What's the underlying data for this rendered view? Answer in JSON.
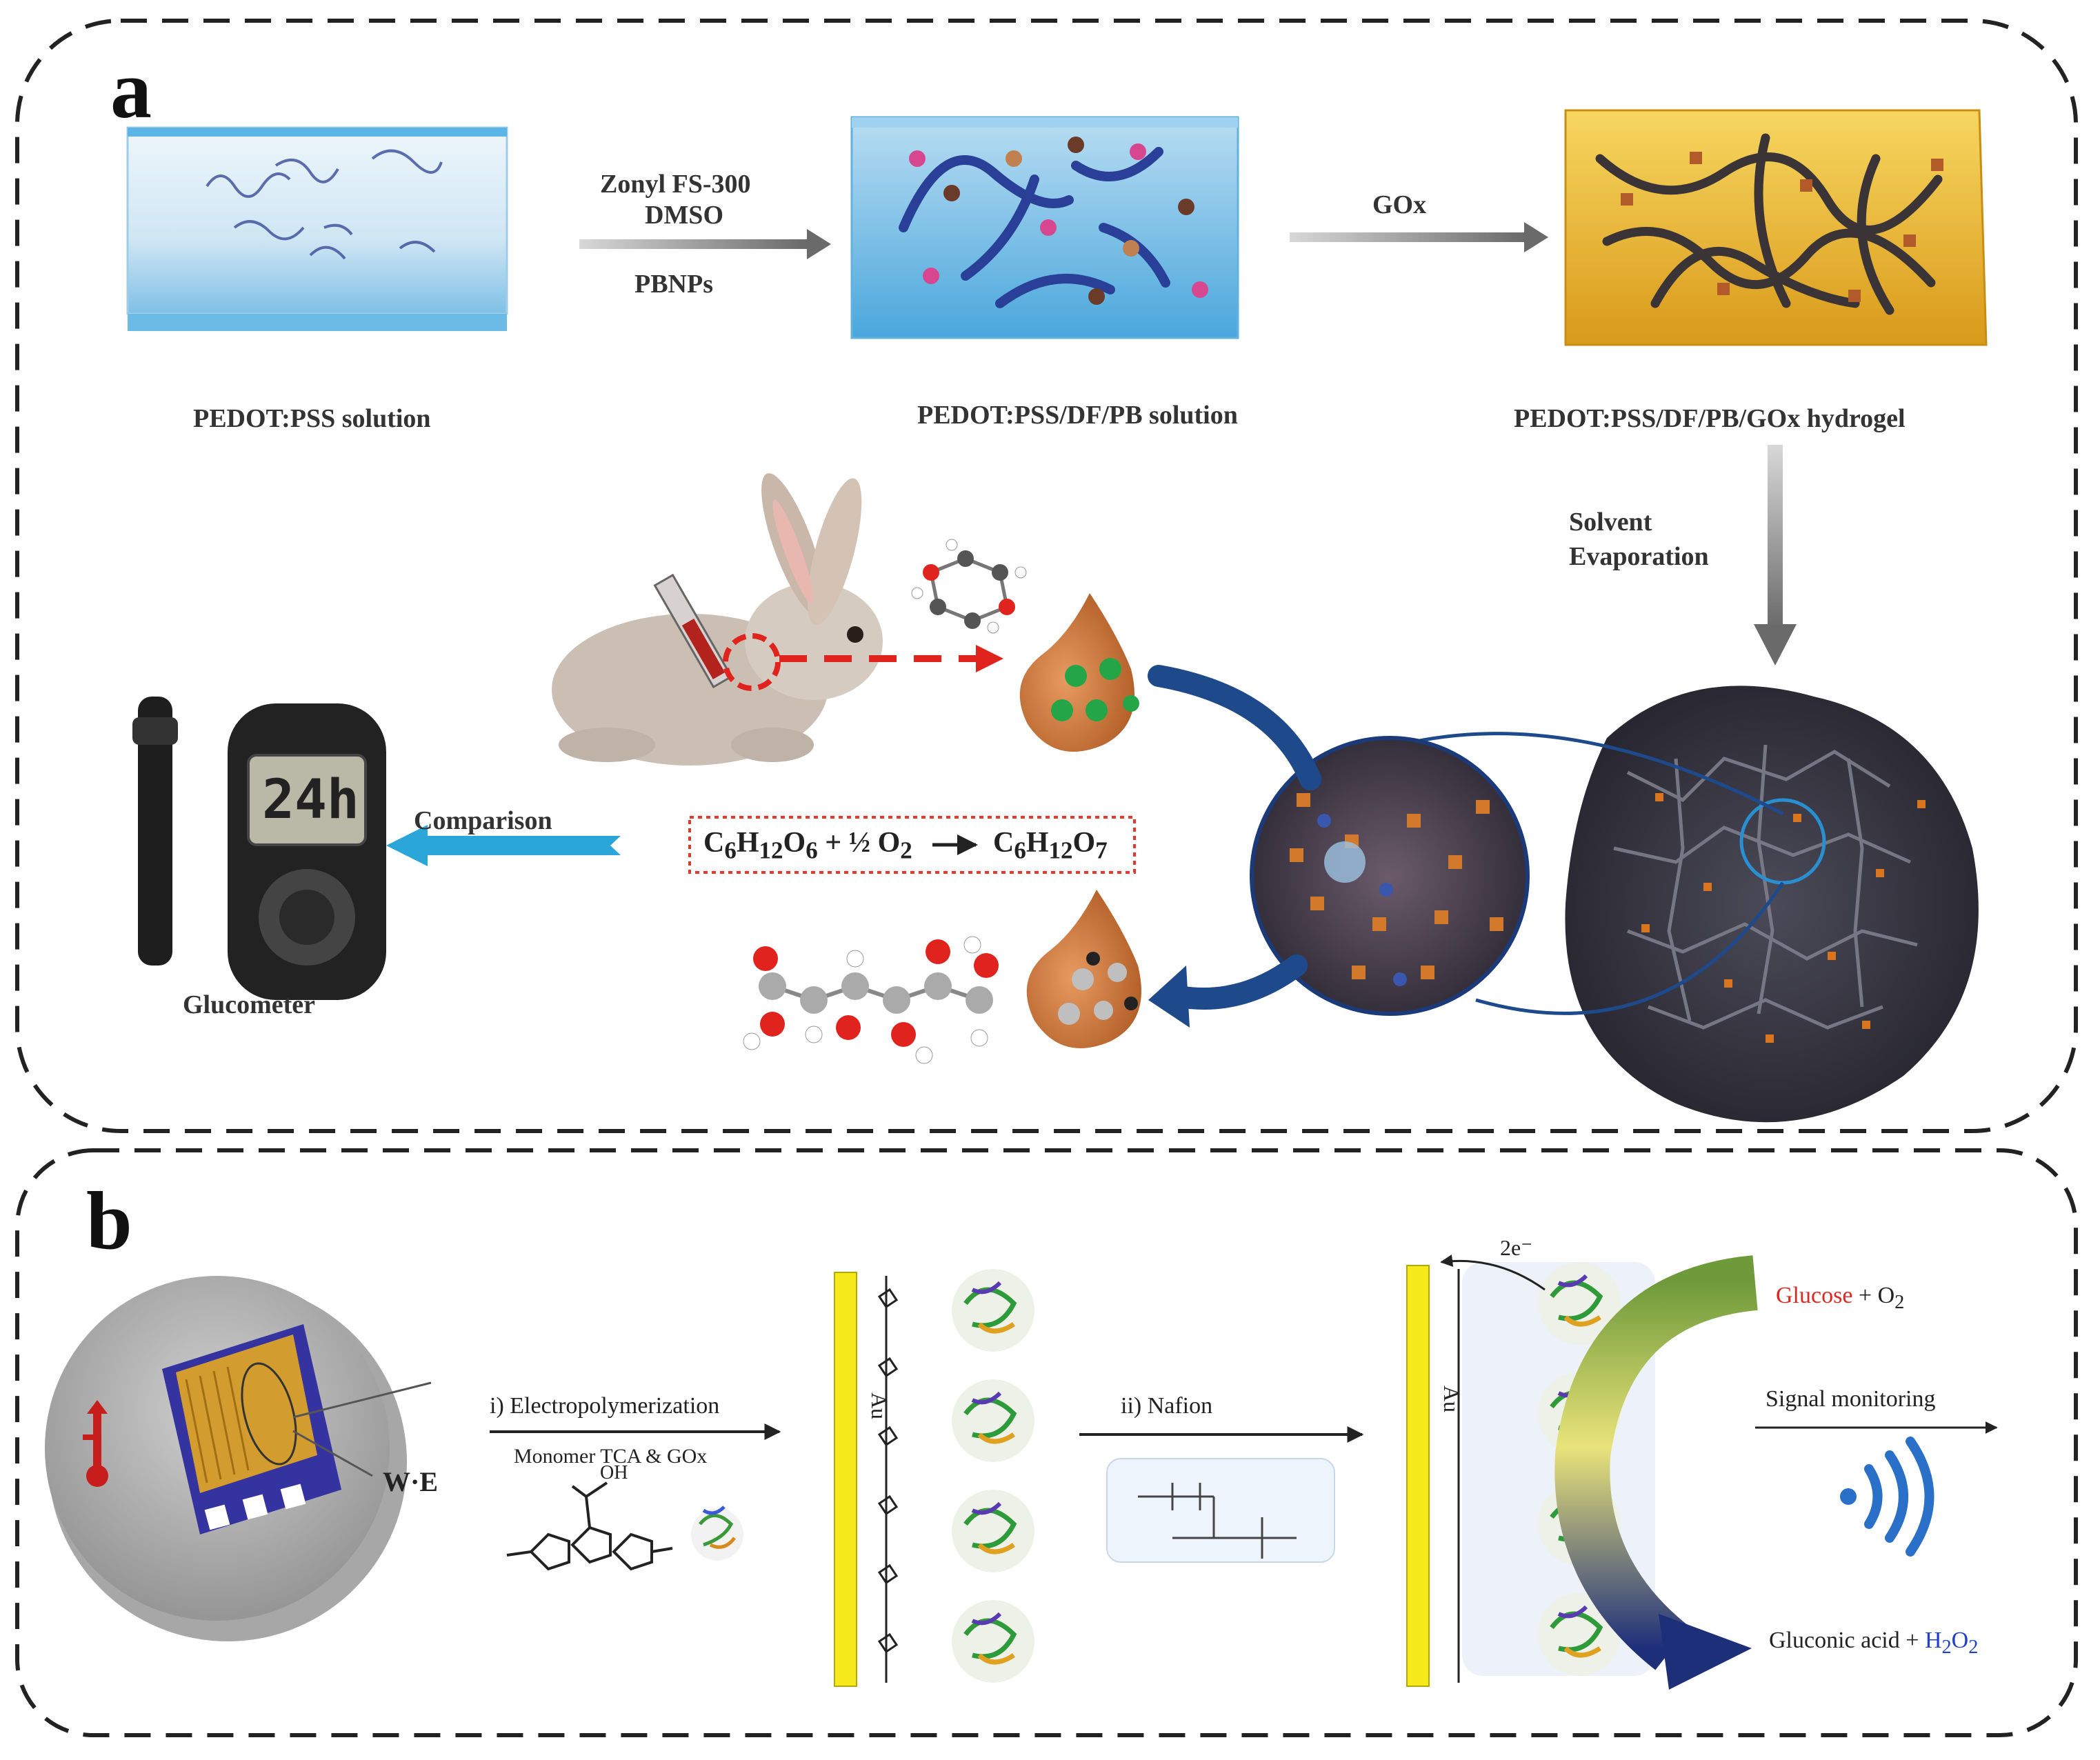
{
  "panel_a": {
    "letter": "a",
    "step1_reagents": [
      "Zonyl FS-300",
      "DMSO"
    ],
    "step1_additive": "PBNPs",
    "step2_reagent": "GOx",
    "box1_label": "PEDOT:PSS solution",
    "box2_label": "PEDOT:PSS/DF/PB solution",
    "box3_label": "PEDOT:PSS/DF/PB/GOx hydrogel",
    "step3_lines": [
      "Solvent",
      "Evaporation"
    ],
    "comparison_label": "Comparison",
    "glucometer_label": "Glucometer",
    "glucometer_display": "24h",
    "reaction": {
      "reactant1": "C",
      "r1_sub_c": "6",
      "r1_h": "H",
      "r1_sub_h": "12",
      "r1_o": "O",
      "r1_sub_o": "6",
      "plus": "+ ½ O",
      "o2_sub": "2",
      "product": "C",
      "p_sub_c": "6",
      "p_h": "H",
      "p_sub_h": "12",
      "p_o": "O",
      "p_sub_o": "7"
    }
  },
  "panel_b": {
    "letter": "b",
    "we_label": "W·E",
    "step1_label": "i) Electropolymerization",
    "step1_sub": "Monomer TCA  & GOx",
    "oh_label": "OH",
    "step2_label": "ii) Nafion",
    "electron_label": "2e⁻",
    "au_label": "Au",
    "glucose_word": "Glucose",
    "glucose_rest": " + O",
    "o2_sub": "2",
    "signal_label": "Signal  monitoring",
    "product_text": "Gluconic acid + ",
    "h2o2": "H",
    "h2o2_sub": "2",
    "h2o2_o": "O",
    "h2o2_sub2": "2"
  },
  "colors": {
    "dashed_border": "#222222",
    "gel_blue": "#8ec7e8",
    "gel_yellow": "#e8b52c",
    "drop_orange": "#c9743a",
    "arrow_blue": "#1e4a8c",
    "comparison_arrow": "#2aa6d8",
    "glucose_red": "#e0271f",
    "h2o2_blue": "#1e3fd0",
    "electrode_yellow": "#f7ea1c"
  }
}
